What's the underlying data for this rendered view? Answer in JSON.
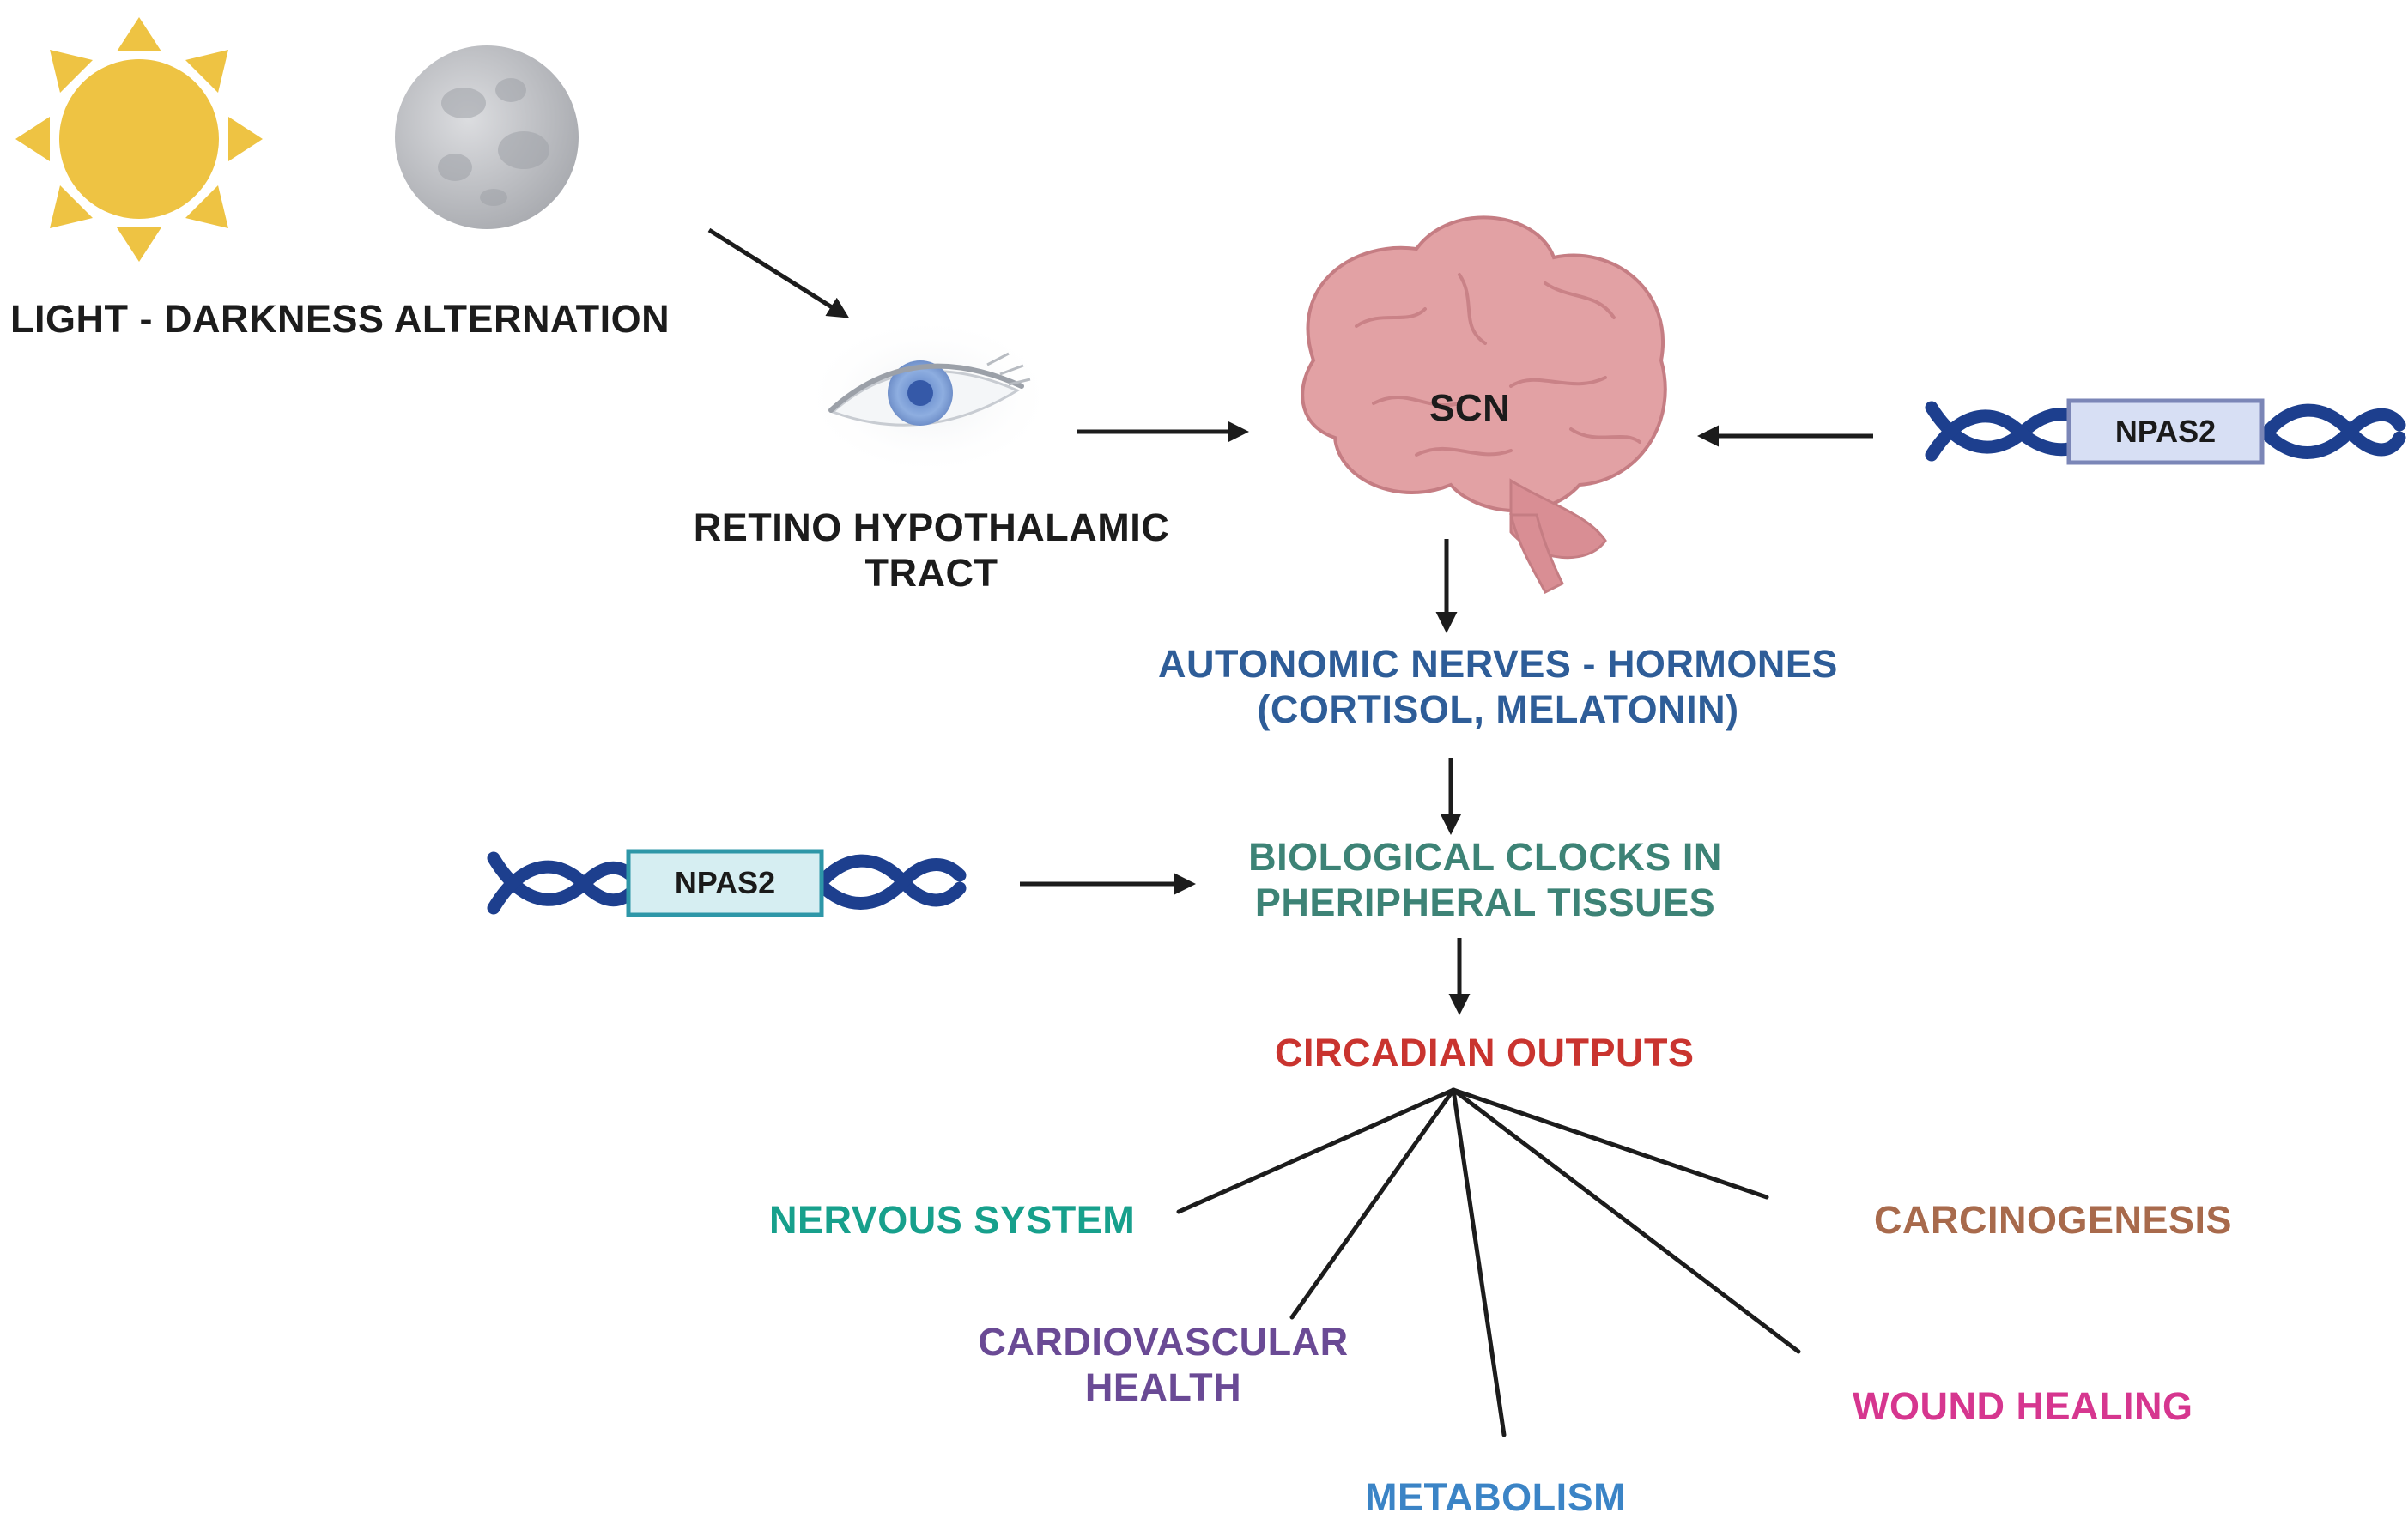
{
  "colors": {
    "black": "#1c1c1c",
    "blue": "#2e5d98",
    "teal_green": "#3d8376",
    "red": "#c9342f",
    "teal": "#17a08c",
    "purple": "#6a4a95",
    "sky": "#3b84c6",
    "magenta": "#d6368f",
    "brown": "#a86a4c",
    "sun": "#eec343",
    "moon": "#c6c8cc",
    "brain": "#e2a1a4",
    "dna": "#1d3f8e"
  },
  "icons": [
    "sun-icon",
    "moon-icon",
    "eye-icon",
    "brain-icon",
    "dna-icon"
  ],
  "labels": {
    "light_darkness": "LIGHT - DARKNESS ALTERNATION",
    "retino_line1": "RETINO HYPOTHALAMIC",
    "retino_line2": "TRACT",
    "scn": "SCN",
    "npas2_top": "NPAS2",
    "npas2_left": "NPAS2",
    "autonomic_line1": "AUTONOMIC NERVES - HORMONES",
    "autonomic_line2": "(CORTISOL, MELATONIN)",
    "bio_line1": "BIOLOGICAL CLOCKS IN",
    "bio_line2": "PHERIPHERAL TISSUES",
    "circadian": "CIRCADIAN OUTPUTS"
  },
  "outputs": [
    {
      "id": "nervous",
      "text": "NERVOUS SYSTEM"
    },
    {
      "id": "cardio1",
      "text": "CARDIOVASCULAR"
    },
    {
      "id": "cardio2",
      "text": "HEALTH"
    },
    {
      "id": "metabolism",
      "text": "METABOLISM"
    },
    {
      "id": "wound",
      "text": "WOUND HEALING"
    },
    {
      "id": "carcino",
      "text": "CARCINOGENESIS"
    }
  ]
}
